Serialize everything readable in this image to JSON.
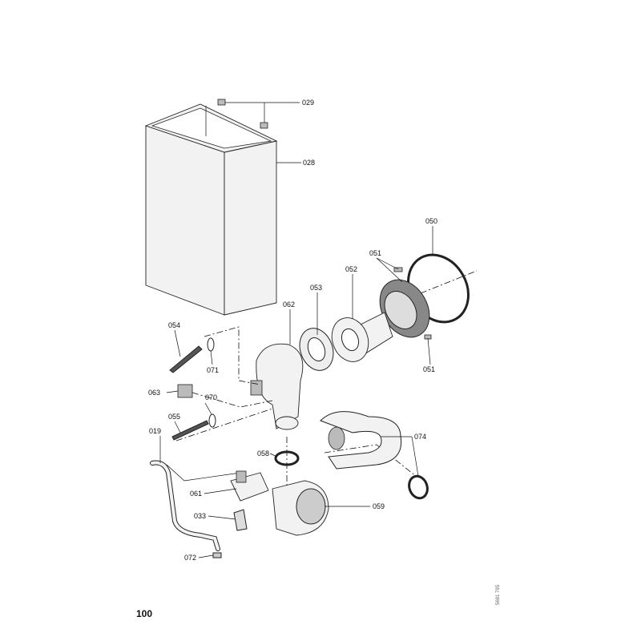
{
  "page_number": "100",
  "document_number": "5681 795",
  "parts": [
    {
      "id": "029"
    },
    {
      "id": "028"
    },
    {
      "id": "050"
    },
    {
      "id": "051"
    },
    {
      "id": "052"
    },
    {
      "id": "053"
    },
    {
      "id": "062"
    },
    {
      "id": "054"
    },
    {
      "id": "071"
    },
    {
      "id": "063"
    },
    {
      "id": "070"
    },
    {
      "id": "055"
    },
    {
      "id": "019"
    },
    {
      "id": "058"
    },
    {
      "id": "074"
    },
    {
      "id": "061"
    },
    {
      "id": "059"
    },
    {
      "id": "033"
    },
    {
      "id": "072"
    },
    {
      "id": "051"
    }
  ]
}
